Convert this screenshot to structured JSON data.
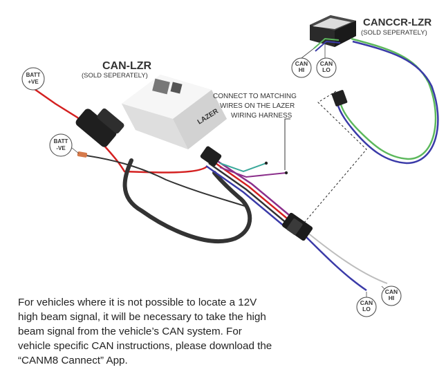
{
  "labels": {
    "can_lzr_title": "CAN-LZR",
    "can_lzr_sub": "(SOLD SEPERATELY)",
    "canccr_title": "CANCCR-LZR",
    "canccr_sub": "(SOLD SEPERATELY)",
    "connect_line1": "CONNECT TO MATCHING",
    "connect_line2": "WIRES ON THE LAZER",
    "connect_line3": "WIRING HARNESS",
    "batt_pos_1": "BATT",
    "batt_pos_2": "+VE",
    "batt_neg_1": "BATT",
    "batt_neg_2": "-VE",
    "can": "CAN",
    "hi": "HI",
    "lo": "LO",
    "device_brand": "LAZER"
  },
  "paragraph": [
    "For vehicles where it is not possible to locate a 12V",
    "high beam signal, it will be necessary to take the high",
    "beam signal from the vehicle’s CAN system.  For",
    "vehicle specific CAN instructions, please download the",
    "“CANM8 Cannect” App."
  ],
  "colors": {
    "red_wire": "#d42020",
    "black_wire": "#333333",
    "green_wire": "#5cb85c",
    "blue_wire": "#3a3aa8",
    "purple_wire": "#8b2f8b",
    "teal_wire": "#3aa89a"
  }
}
